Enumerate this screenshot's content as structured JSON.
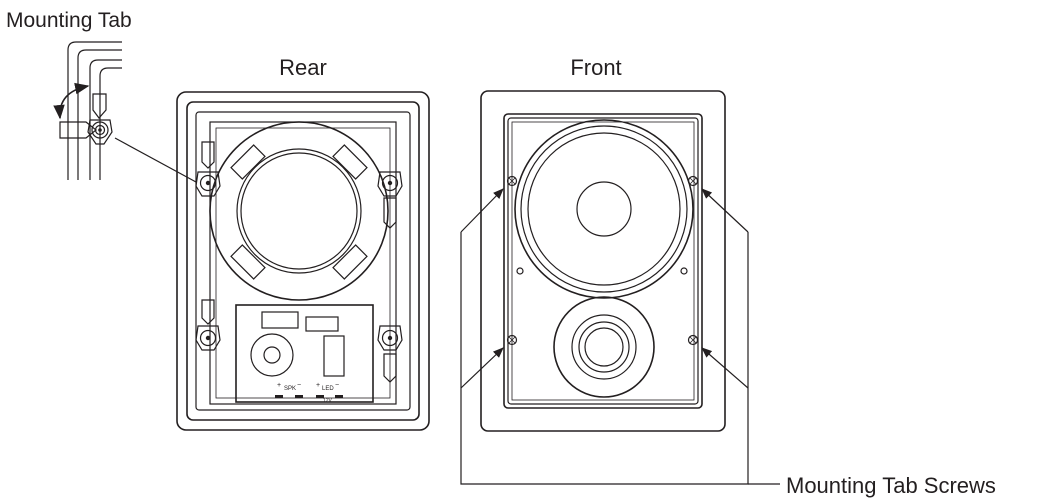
{
  "labels": {
    "mounting_tab": "Mounting Tab",
    "rear": "Rear",
    "front": "Front",
    "mounting_tab_screws": "Mounting Tab Screws",
    "spk": "SPK",
    "led": "LED",
    "voltage": "12V",
    "plus": "+",
    "minus": "−"
  }
}
